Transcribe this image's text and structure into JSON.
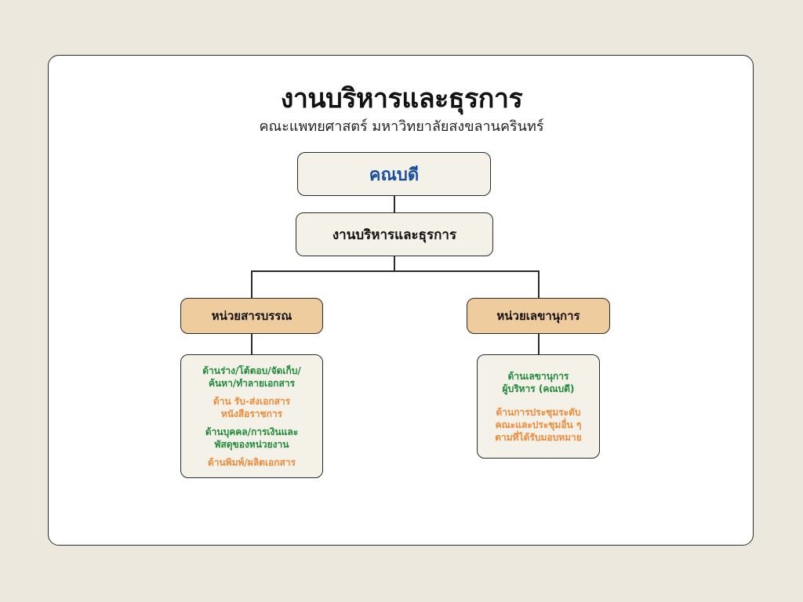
{
  "header": {
    "title": "งานบริหารและธุรการ",
    "subtitle": "คณะแพทยศาสตร์ มหาวิทยาลัยสงขลานครินทร์"
  },
  "org": {
    "top": "คณบดี",
    "second": "งานบริหารและธุรการ",
    "units": [
      {
        "label": "หน่วยสารบรรณ",
        "duties": [
          {
            "lines": [
              "ด้านร่าง/โต้ตอบ/จัดเก็บ/",
              "ค้นหา/ทำลายเอกสาร"
            ],
            "color": "#1f8a3a"
          },
          {
            "lines": [
              "ด้าน รับ-ส่งเอกสาร",
              "หนังสือราชการ"
            ],
            "color": "#ee8a3a"
          },
          {
            "lines": [
              "ด้านบุคคล/การเงินและ",
              "พัสดุของหน่วยงาน"
            ],
            "color": "#1f8a3a"
          },
          {
            "lines": [
              "ด้านพิมพ์/ผลิตเอกสาร"
            ],
            "color": "#ee8a3a"
          }
        ]
      },
      {
        "label": "หน่วยเลขานุการ",
        "duties": [
          {
            "lines": [
              "ด้านเลขานุการ",
              "ผู้บริหาร (คณบดี)"
            ],
            "color": "#1f8a3a"
          },
          {
            "lines": [
              "ด้านการประชุมระดับ",
              "คณะและประชุมอื่น ๆ",
              "ตามที่ได้รับมอบหมาย"
            ],
            "color": "#ee8a3a"
          }
        ]
      }
    ]
  },
  "colors": {
    "background": "#ede8dd",
    "node_fill": "#f4f1e8",
    "unit_fill": "#efcc9d",
    "dean_text": "#1a4fa0",
    "green_text": "#1f8a3a",
    "orange_text": "#ee8a3a"
  }
}
